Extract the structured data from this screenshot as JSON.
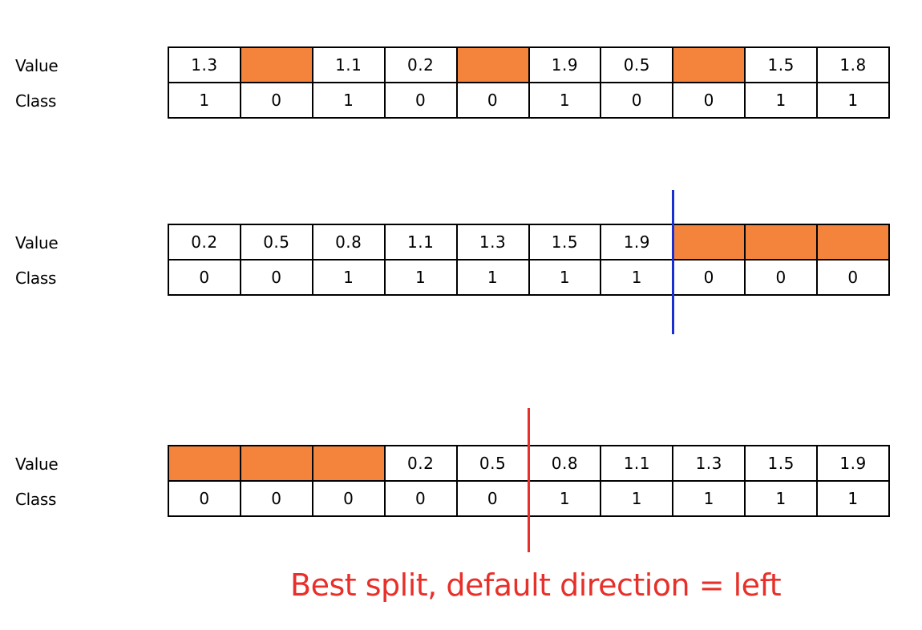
{
  "tables": [
    {
      "row_labels": [
        "Value",
        "Class"
      ],
      "values": [
        "1.3",
        "",
        "1.1",
        "0.2",
        "",
        "1.9",
        "0.5",
        "",
        "1.5",
        "1.8"
      ],
      "classes": [
        "1",
        "0",
        "1",
        "0",
        "0",
        "1",
        "0",
        "0",
        "1",
        "1"
      ]
    },
    {
      "row_labels": [
        "Value",
        "Class"
      ],
      "values": [
        "0.2",
        "0.5",
        "0.8",
        "1.1",
        "1.3",
        "1.5",
        "1.9",
        "",
        "",
        ""
      ],
      "classes": [
        "0",
        "0",
        "1",
        "1",
        "1",
        "1",
        "1",
        "0",
        "0",
        "0"
      ]
    },
    {
      "row_labels": [
        "Value",
        "Class"
      ],
      "values": [
        "",
        "",
        "",
        "0.2",
        "0.5",
        "0.8",
        "1.1",
        "1.3",
        "1.5",
        "1.9"
      ],
      "classes": [
        "0",
        "0",
        "0",
        "0",
        "0",
        "1",
        "1",
        "1",
        "1",
        "1"
      ]
    }
  ],
  "missing_color": "#f4843c",
  "split_lines": [
    {
      "table": 1,
      "after_column": 7,
      "color": "#1a2fd0"
    },
    {
      "table": 2,
      "after_column": 5,
      "color": "#e8302a"
    }
  ],
  "caption": "Best split, default direction = left",
  "caption_color": "#e8302a"
}
